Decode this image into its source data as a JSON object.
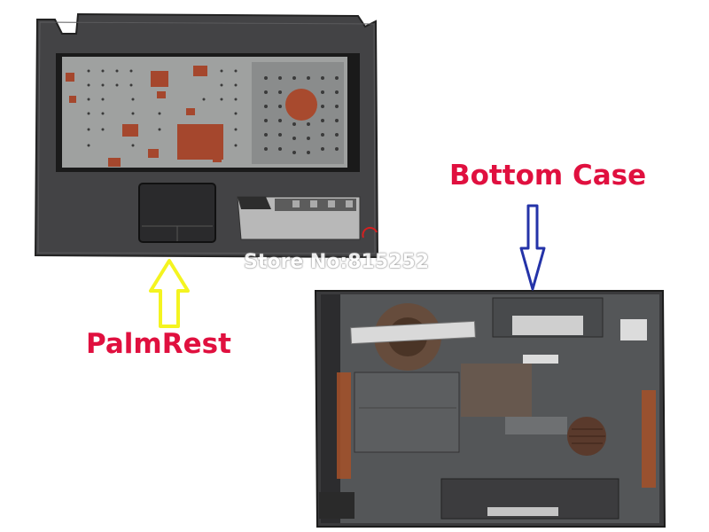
{
  "labels": {
    "bottom_case": "Bottom Case",
    "palmrest": "PalmRest"
  },
  "watermark": "Store No:815252",
  "colors": {
    "label_text": "#e0103f",
    "bottom_arrow": "#2433a8",
    "palm_arrow": "#ffff20",
    "case_plastic": "#3a3a3c",
    "metal_shield": "#9a9c9c"
  }
}
